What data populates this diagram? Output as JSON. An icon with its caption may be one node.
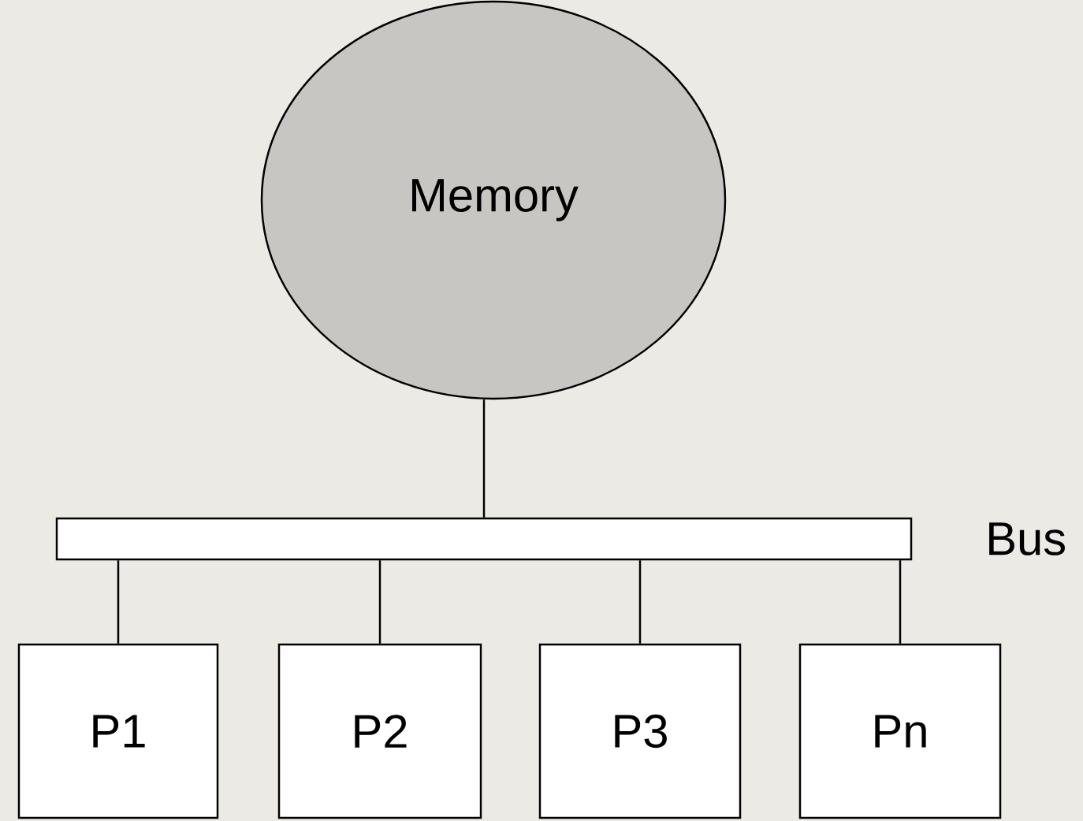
{
  "diagram": {
    "nodes": [
      {
        "text": [
          "Memory"
        ]
      },
      {
        "text": [],
        "shape": "bar",
        "beside": [
          "Bus"
        ]
      },
      {
        "text": [
          "P1"
        ]
      },
      {
        "text": [
          "P2"
        ]
      },
      {
        "text": [
          "P3"
        ]
      },
      {
        "text": [
          "Pn"
        ]
      }
    ],
    "edges": [
      {
        "from": 0,
        "to": 1,
        "arrow": "none"
      },
      {
        "from": 1,
        "to": 2,
        "arrow": "none"
      },
      {
        "from": 1,
        "to": 3,
        "arrow": "none"
      },
      {
        "from": 1,
        "to": 4,
        "arrow": "none"
      },
      {
        "from": 1,
        "to": 5,
        "arrow": "none"
      }
    ]
  }
}
